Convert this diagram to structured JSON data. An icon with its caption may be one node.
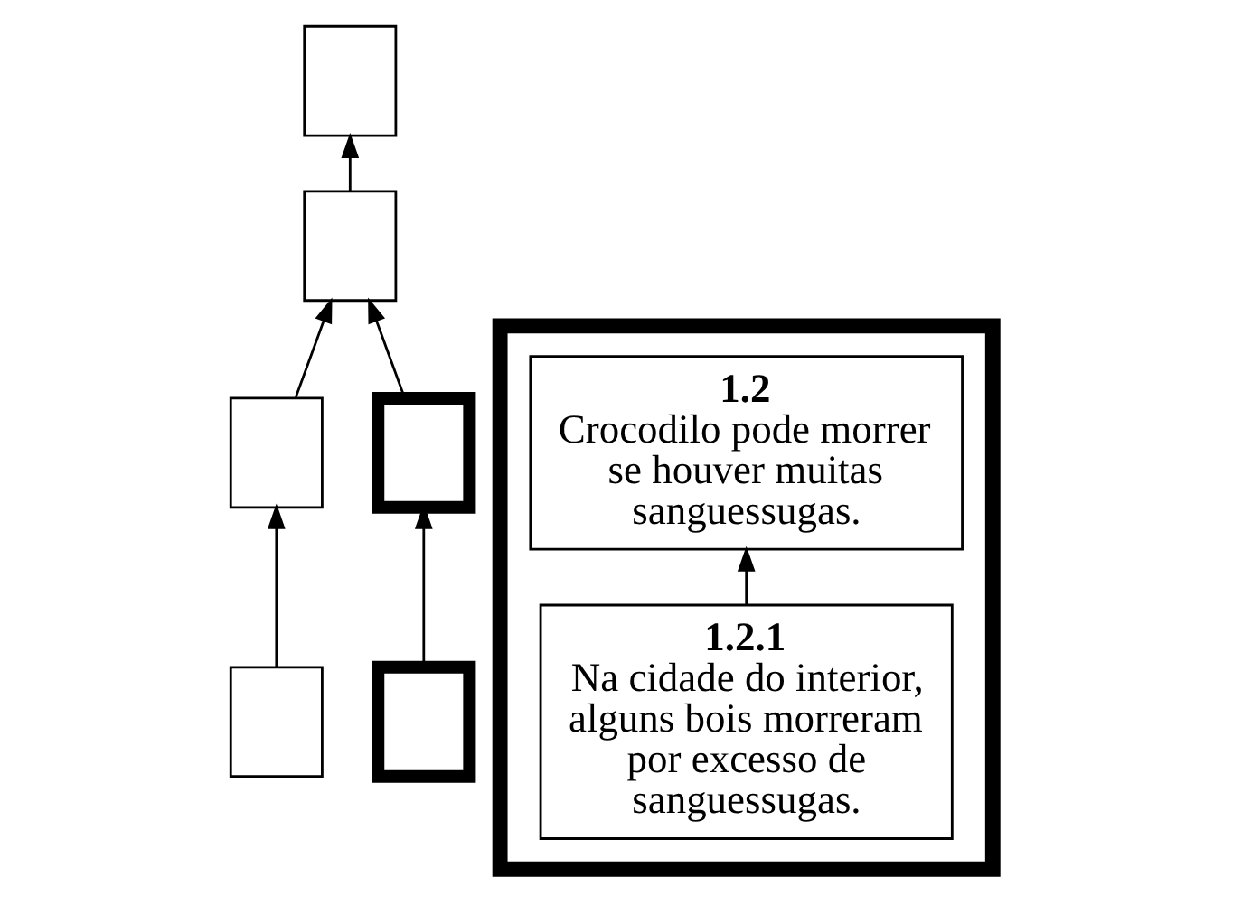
{
  "diagram": {
    "nodes": [
      {
        "text": [],
        "shape": "box"
      },
      {
        "text": [],
        "shape": "box"
      },
      {
        "text": [],
        "shape": "box"
      },
      {
        "text": [],
        "shape": "box"
      },
      {
        "text": [],
        "shape": "box"
      },
      {
        "text": [],
        "shape": "box"
      },
      {
        "text": [],
        "shape": "box"
      },
      {
        "text": [
          "1.2",
          "Crocodilo pode morrer se houver muitas sanguessugas."
        ],
        "in": 6
      },
      {
        "text": [
          "1.2.1",
          "Na cidade do interior, alguns bois morreram por excesso de sanguessugas."
        ],
        "in": 6
      }
    ],
    "edges": [
      {
        "from": 1,
        "to": 0,
        "arrow": "to"
      },
      {
        "from": 2,
        "to": 1,
        "arrow": "to"
      },
      {
        "from": 3,
        "to": 1,
        "arrow": "to"
      },
      {
        "from": 4,
        "to": 2,
        "arrow": "to"
      },
      {
        "from": 5,
        "to": 3,
        "arrow": "to"
      },
      {
        "from": 8,
        "to": 7,
        "arrow": "to"
      }
    ]
  }
}
